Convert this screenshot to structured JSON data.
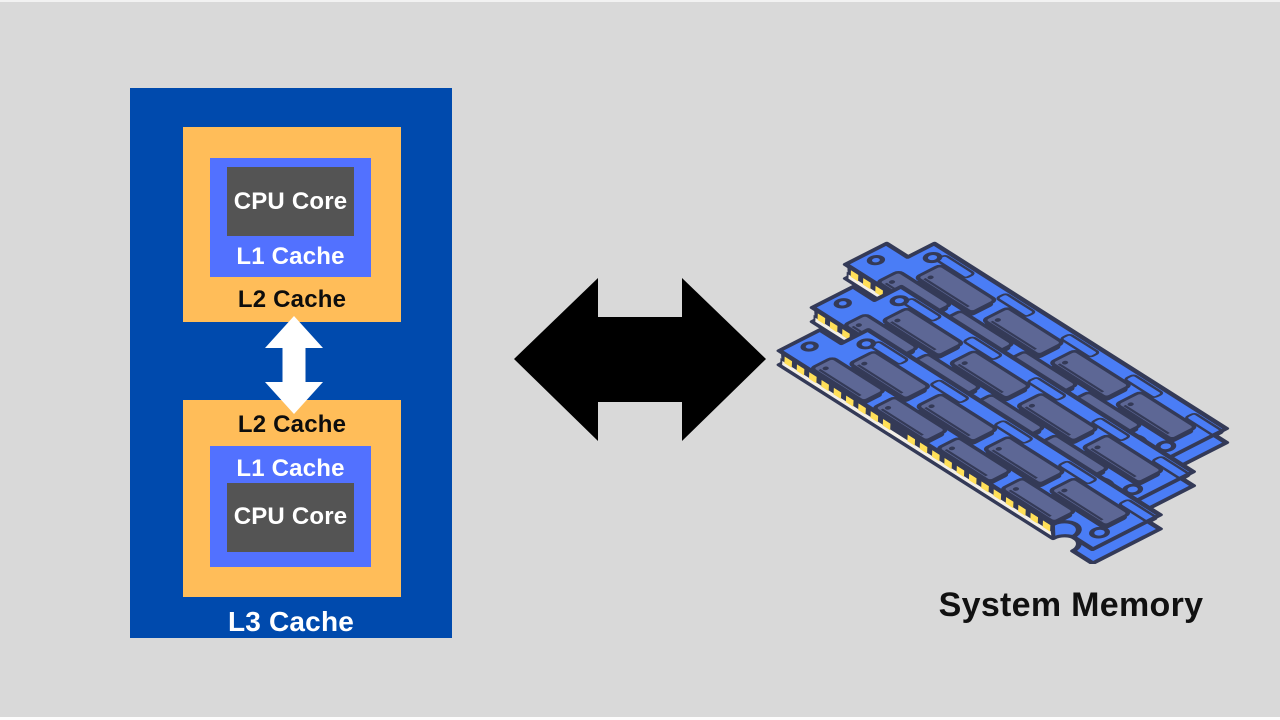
{
  "diagram": {
    "cpu_package": {
      "l3_label": "L3 Cache",
      "core_groups": [
        {
          "position": "top",
          "cpu_core_label": "CPU Core",
          "l1_label": "L1 Cache",
          "l2_label": "L2 Cache"
        },
        {
          "position": "bottom",
          "cpu_core_label": "CPU Core",
          "l1_label": "L1 Cache",
          "l2_label": "L2 Cache"
        }
      ]
    },
    "memory_label": "System Memory",
    "icons": {
      "cache_interconnect": "white-vertical-double-arrow",
      "memory_bus": "black-horizontal-double-arrow",
      "memory_illustration": "ram-modules-isometric-stack-of-3"
    },
    "colors": {
      "background": "#d9d9d9",
      "l3_box": "#004aad",
      "l2_box": "#ffbd59",
      "l1_box": "#5271ff",
      "cpu_core_box": "#545454",
      "label_light": "#ffffff",
      "label_dark": "#0d0d0d",
      "bus_arrow": "#000000",
      "ram_outline": "#343a57",
      "ram_pcb": "#4a7df6",
      "ram_chip": "#5d6795",
      "ram_pins": "#ffdf58",
      "ram_edge": "#f3efe8"
    }
  }
}
